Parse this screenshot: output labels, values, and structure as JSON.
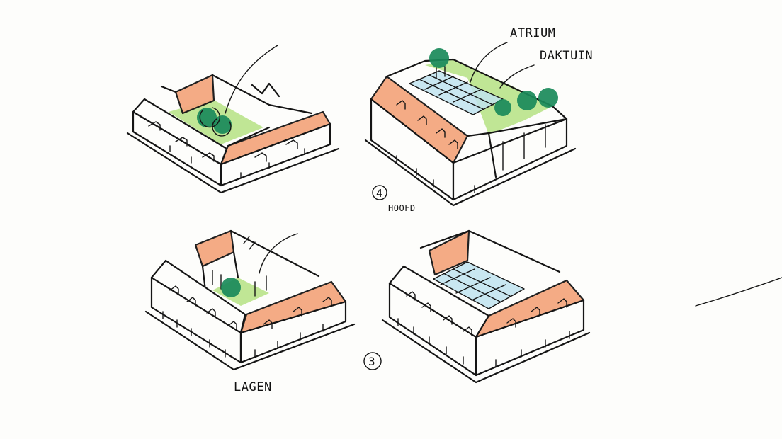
{
  "labels": {
    "atrium": "ATRIUM",
    "daktuin": "DAKTUIN",
    "num4": "4",
    "hoofd": "HOOFD",
    "num3": "3",
    "lagen": "LAGEN"
  },
  "colors": {
    "roof": "#f4a77f",
    "grass": "#b9e38a",
    "glass": "#bfe3ef",
    "tree": "#1a8a5a",
    "ink": "#151515",
    "paper": "#fdfdfb"
  }
}
